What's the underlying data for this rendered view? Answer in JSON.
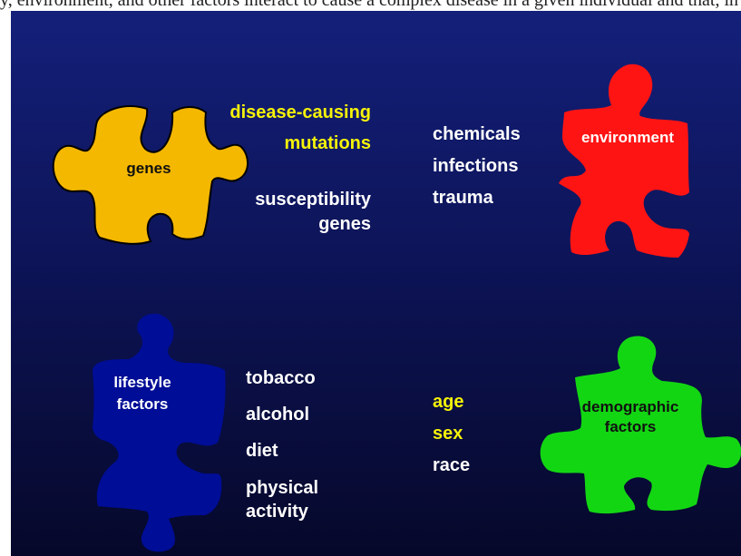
{
  "caption": "y, environment, and other factors interact to cause a complex disease in a given individual and that, in my",
  "pieces": {
    "genes": {
      "label": "genes",
      "color": "#f5b800"
    },
    "environment": {
      "label": "environment",
      "color": "#ff1414"
    },
    "lifestyle": {
      "label_line1": "lifestyle",
      "label_line2": "factors",
      "color": "#000d96"
    },
    "demographic": {
      "label_line1": "demographic",
      "label_line2": "factors",
      "color": "#13d613"
    }
  },
  "genes_items": {
    "disease_line1": "disease-causing",
    "disease_line2": "mutations",
    "susc_line1": "susceptibility",
    "susc_line2": "genes"
  },
  "environment_items": [
    "chemicals",
    "infections",
    "trauma"
  ],
  "lifestyle_items": [
    "tobacco",
    "alcohol",
    "diet",
    "physical",
    "activity"
  ],
  "demographic_items": [
    "age",
    "sex",
    "race"
  ]
}
